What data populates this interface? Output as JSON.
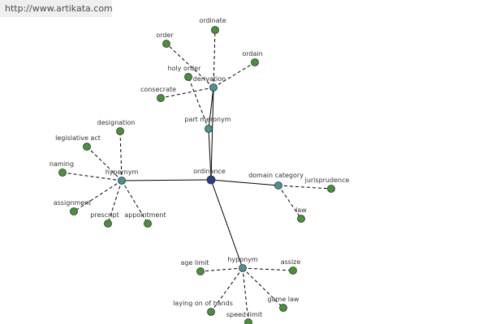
{
  "banner": {
    "url": "http://www.artikata.com"
  },
  "colors": {
    "center": "#2f3c8c",
    "relation": "#4c8f98",
    "leaf": "#4b8f3b",
    "edge": "#000000"
  },
  "diagram": {
    "center": {
      "id": "ordinance",
      "label": "ordinance"
    },
    "relations": [
      {
        "id": "derivation",
        "label": "derivation"
      },
      {
        "id": "part-meronym",
        "label": "part meronym"
      },
      {
        "id": "hypernym",
        "label": "hypernym"
      },
      {
        "id": "domain-category",
        "label": "domain category"
      },
      {
        "id": "hyponym",
        "label": "hyponym"
      }
    ],
    "leaves": [
      {
        "id": "ordinate",
        "label": "ordinate",
        "parent": "derivation"
      },
      {
        "id": "order",
        "label": "order",
        "parent": "derivation"
      },
      {
        "id": "ordain",
        "label": "ordain",
        "parent": "derivation"
      },
      {
        "id": "holy-order",
        "label": "holy order",
        "parent": "part-meronym"
      },
      {
        "id": "consecrate",
        "label": "consecrate",
        "parent": "derivation"
      },
      {
        "id": "designation",
        "label": "designation",
        "parent": "hypernym"
      },
      {
        "id": "legislative-act",
        "label": "legislative act",
        "parent": "hypernym"
      },
      {
        "id": "naming",
        "label": "naming",
        "parent": "hypernym"
      },
      {
        "id": "assignment",
        "label": "assignment",
        "parent": "hypernym"
      },
      {
        "id": "prescript",
        "label": "prescript",
        "parent": "hypernym"
      },
      {
        "id": "appointment",
        "label": "appointment",
        "parent": "hypernym"
      },
      {
        "id": "jurisprudence",
        "label": "jurisprudence",
        "parent": "domain-category"
      },
      {
        "id": "law",
        "label": "law",
        "parent": "domain-category"
      },
      {
        "id": "age-limit",
        "label": "age limit",
        "parent": "hyponym"
      },
      {
        "id": "assize",
        "label": "assize",
        "parent": "hyponym"
      },
      {
        "id": "laying-on-of-hands",
        "label": "laying on of hands",
        "parent": "hyponym"
      },
      {
        "id": "game-law",
        "label": "game law",
        "parent": "hyponym"
      },
      {
        "id": "speed-limit",
        "label": "speed limit",
        "parent": "hyponym"
      }
    ]
  }
}
